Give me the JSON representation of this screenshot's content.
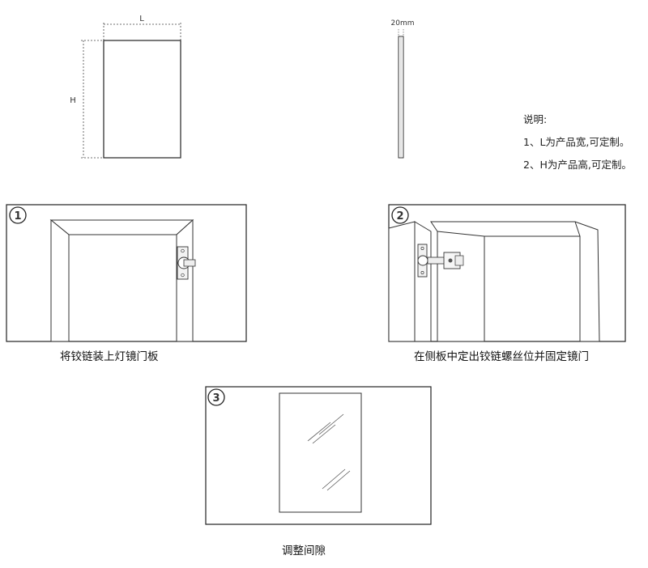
{
  "dimension_labels": {
    "width": "L",
    "height": "H",
    "thickness": "20mm"
  },
  "notes": {
    "title": "说明:",
    "items": [
      "1、L为产品宽,可定制。",
      "2、H为产品高,可定制。"
    ]
  },
  "steps": [
    {
      "number": "1",
      "caption": "将铰链装上灯镜门板"
    },
    {
      "number": "2",
      "caption": "在侧板中定出铰链螺丝位并固定镜门"
    },
    {
      "number": "3",
      "caption": "调整间隙"
    }
  ]
}
